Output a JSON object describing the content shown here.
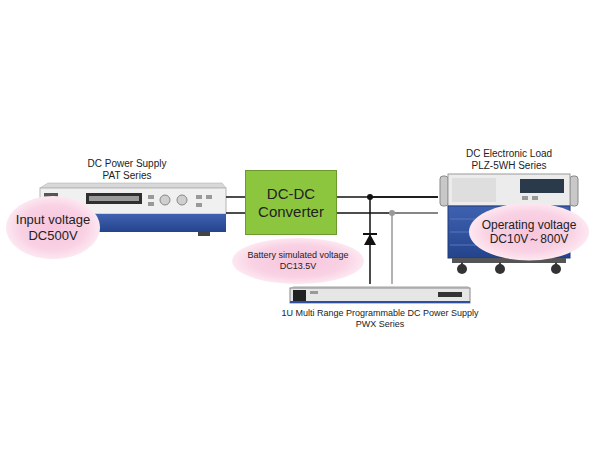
{
  "diagram": {
    "nodes": [
      {
        "text": [
          "DC Power Supply PAT Series"
        ]
      },
      {
        "text": [
          "Input voltage DC500V"
        ]
      },
      {
        "text": [
          "DC-DC Converter"
        ]
      },
      {
        "text": [
          "Battery simulated voltage DC13.5V"
        ]
      },
      {
        "text": [
          "1U Multi Range Programmable DC Power Supply PWX Series"
        ]
      },
      {
        "text": [
          "DC Electronic Load PLZ-5WH Series"
        ]
      },
      {
        "text": [
          "Operating voltage DC10V～800V"
        ]
      }
    ],
    "edges": [
      {
        "from": 0,
        "to": 2,
        "arrow": "none"
      },
      {
        "from": 0,
        "to": 2,
        "arrow": "none"
      },
      {
        "from": 2,
        "to": 5,
        "arrow": "none"
      },
      {
        "from": 2,
        "to": 5,
        "arrow": "none"
      },
      {
        "from": 4,
        "to": 5,
        "arrow": "none"
      },
      {
        "from": 4,
        "to": 5,
        "arrow": "none"
      }
    ]
  }
}
